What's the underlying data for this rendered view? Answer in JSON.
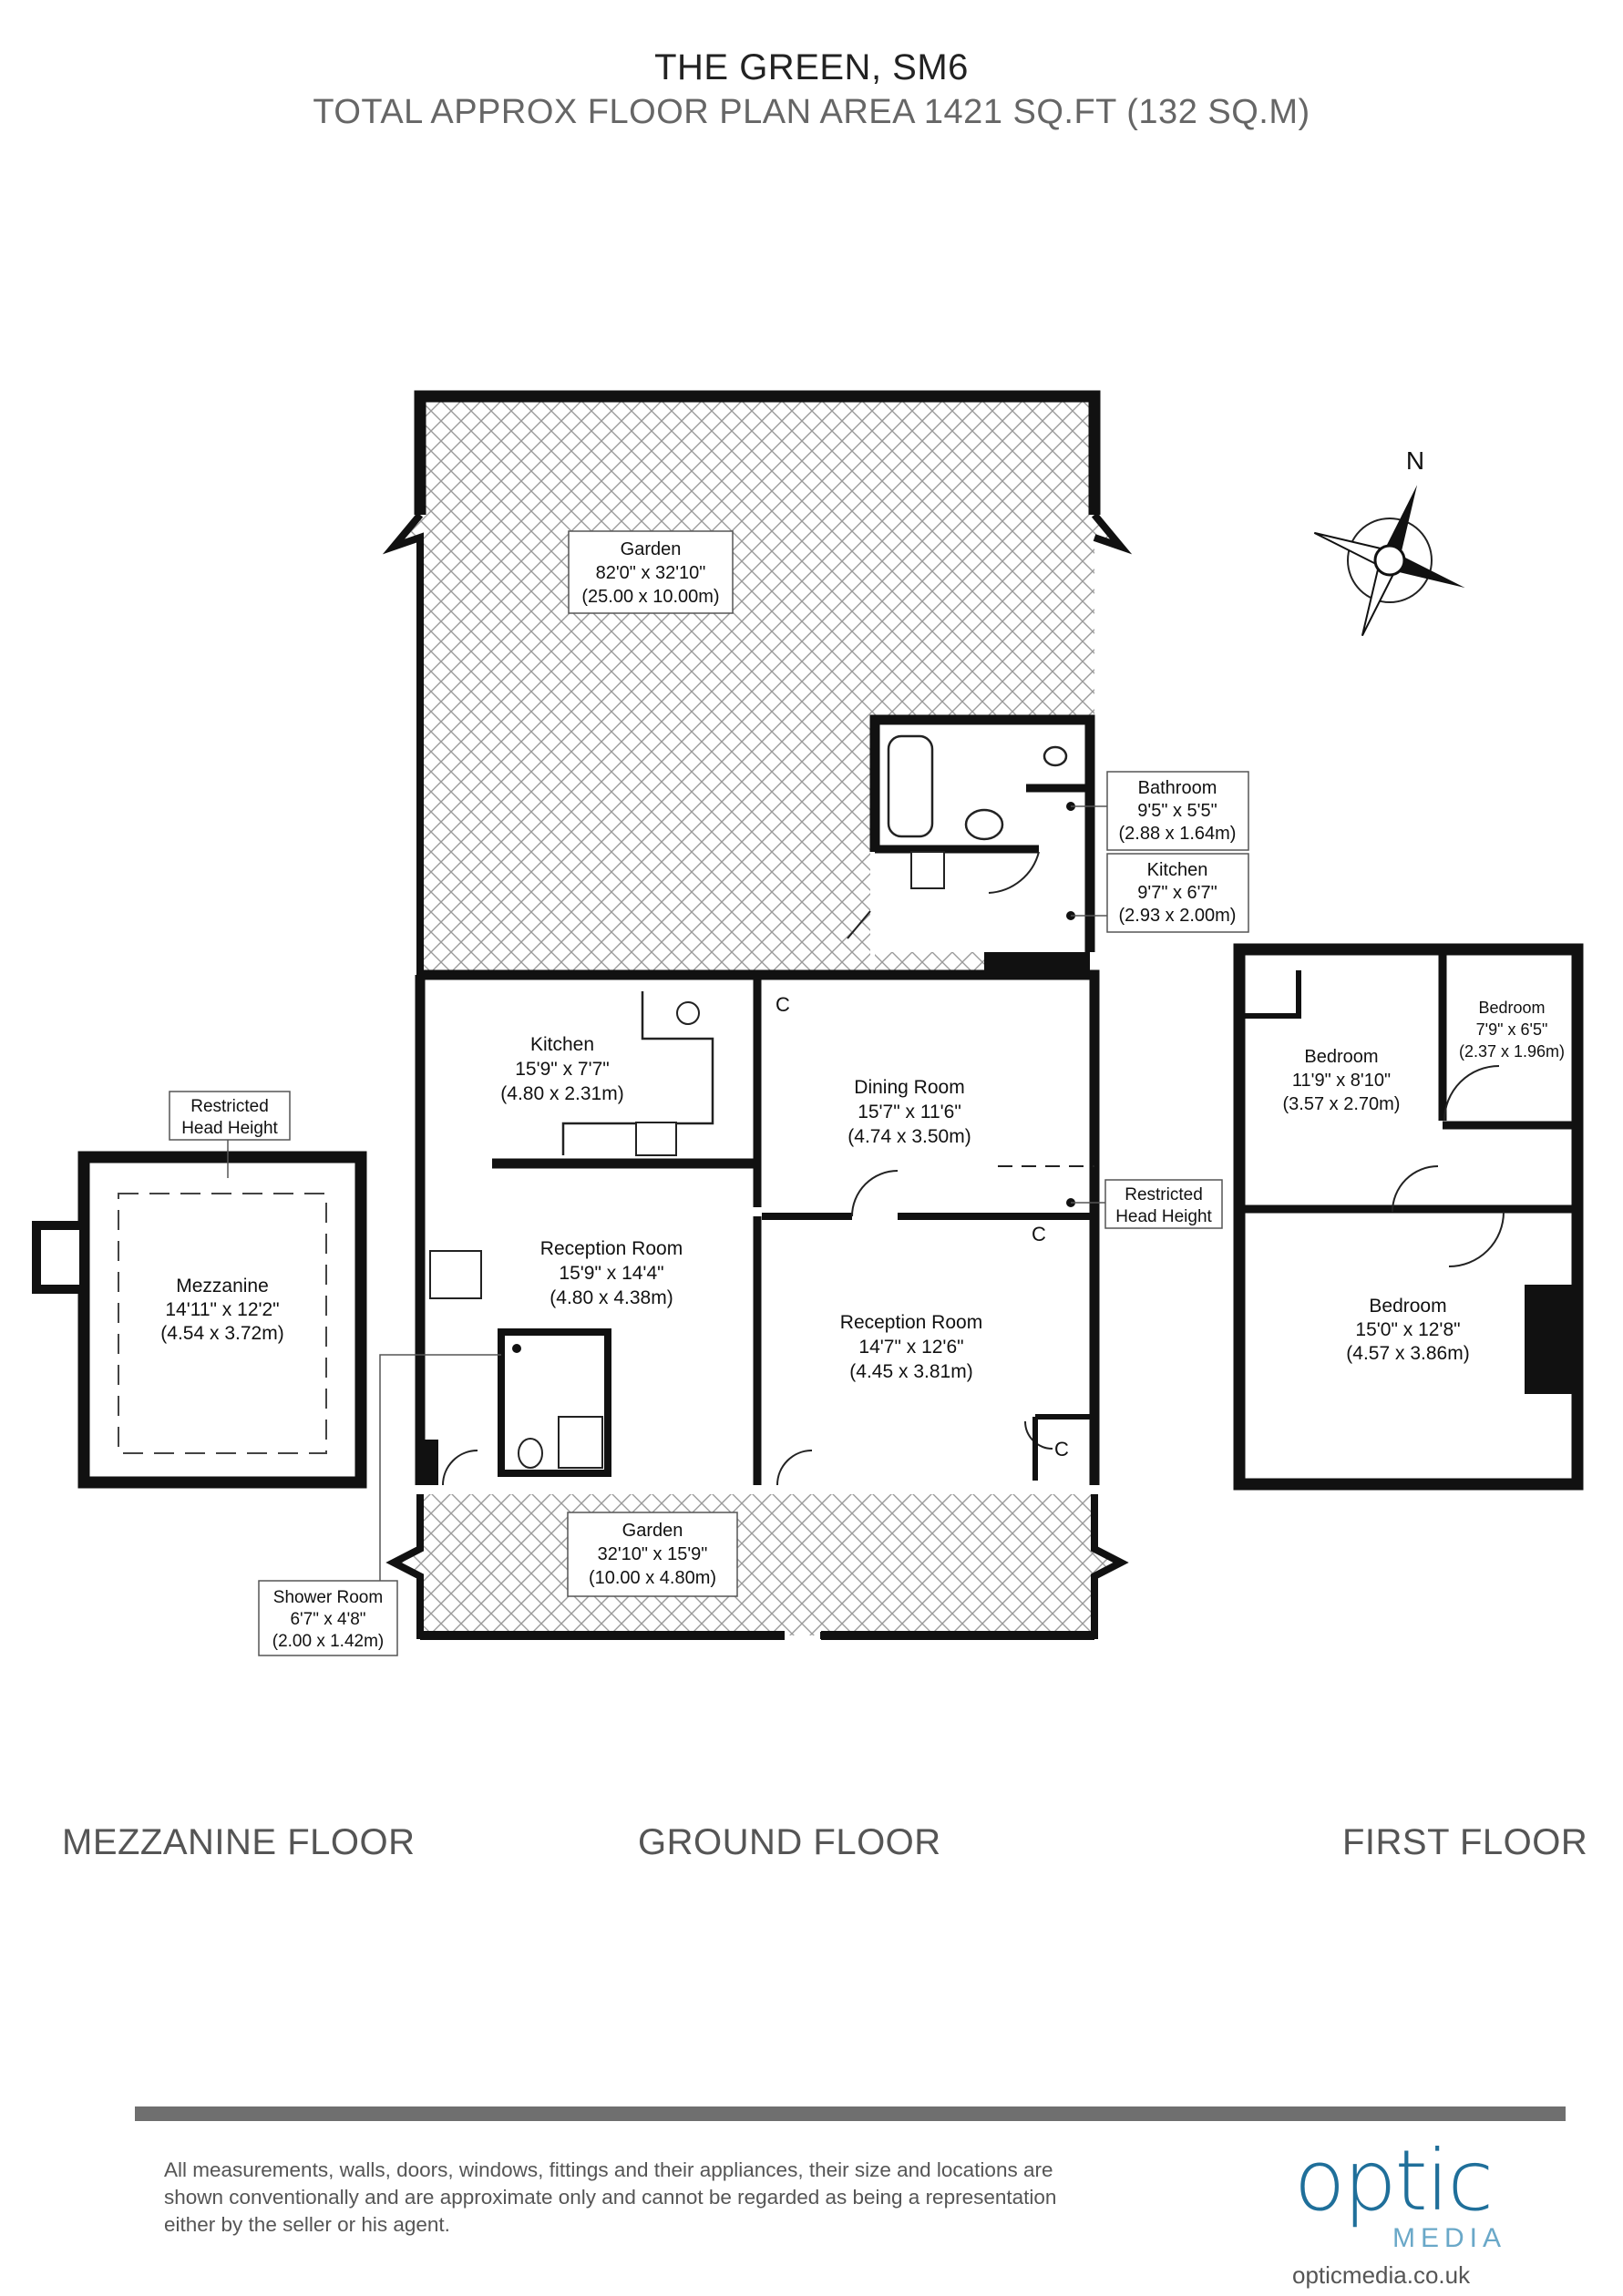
{
  "header": {
    "title": "THE GREEN, SM6",
    "subtitle": "TOTAL APPROX FLOOR PLAN AREA 1421 SQ.FT (132 SQ.M)"
  },
  "compass": {
    "north_label": "N"
  },
  "rooms": {
    "garden_rear": {
      "name": "Garden",
      "imperial": "82'0\" x 32'10\"",
      "metric": "(25.00 x 10.00m)"
    },
    "bathroom": {
      "name": "Bathroom",
      "imperial": "9'5\" x 5'5\"",
      "metric": "(2.88 x 1.64m)"
    },
    "kitchen_small": {
      "name": "Kitchen",
      "imperial": "9'7\" x 6'7\"",
      "metric": "(2.93 x 2.00m)"
    },
    "kitchen_main": {
      "name": "Kitchen",
      "imperial": "15'9\" x 7'7\"",
      "metric": "(4.80 x 2.31m)"
    },
    "dining_room": {
      "name": "Dining Room",
      "imperial": "15'7\" x 11'6\"",
      "metric": "(4.74 x 3.50m)"
    },
    "reception_left": {
      "name": "Reception Room",
      "imperial": "15'9\" x 14'4\"",
      "metric": "(4.80 x 4.38m)"
    },
    "reception_right": {
      "name": "Reception Room",
      "imperial": "14'7\" x 12'6\"",
      "metric": "(4.45 x 3.81m)"
    },
    "garden_front": {
      "name": "Garden",
      "imperial": "32'10\" x 15'9\"",
      "metric": "(10.00 x 4.80m)"
    },
    "shower_room": {
      "name": "Shower Room",
      "imperial": "6'7\" x 4'8\"",
      "metric": "(2.00 x 1.42m)"
    },
    "mezzanine": {
      "name": "Mezzanine",
      "imperial": "14'11\" x 12'2\"",
      "metric": "(4.54 x 3.72m)"
    },
    "bedroom_1": {
      "name": "Bedroom",
      "imperial": "11'9\" x 8'10\"",
      "metric": "(3.57 x 2.70m)"
    },
    "bedroom_2": {
      "name": "Bedroom",
      "imperial": "7'9\" x 6'5\"",
      "metric": "(2.37 x 1.96m)"
    },
    "bedroom_3": {
      "name": "Bedroom",
      "imperial": "15'0\" x 12'8\"",
      "metric": "(4.57 x 3.86m)"
    }
  },
  "callouts": {
    "restricted_mezz": {
      "line1": "Restricted",
      "line2": "Head Height"
    },
    "restricted_ground": {
      "line1": "Restricted",
      "line2": "Head Height"
    },
    "cupboard": "C"
  },
  "floors": {
    "mezzanine": "MEZZANINE FLOOR",
    "ground": "GROUND FLOOR",
    "first": "FIRST FLOOR"
  },
  "footer": {
    "disclaimer_1": "All measurements, walls, doors, windows, fittings and their appliances, their size and locations are",
    "disclaimer_2": "shown conventionally and are approximate only and cannot be regarded as being a representation",
    "disclaimer_3": "either by the seller or his agent.",
    "logo_word": "optic",
    "logo_sub": "MEDIA",
    "logo_url": "opticmedia.co.uk",
    "logo_color": "#1f6f9a"
  }
}
